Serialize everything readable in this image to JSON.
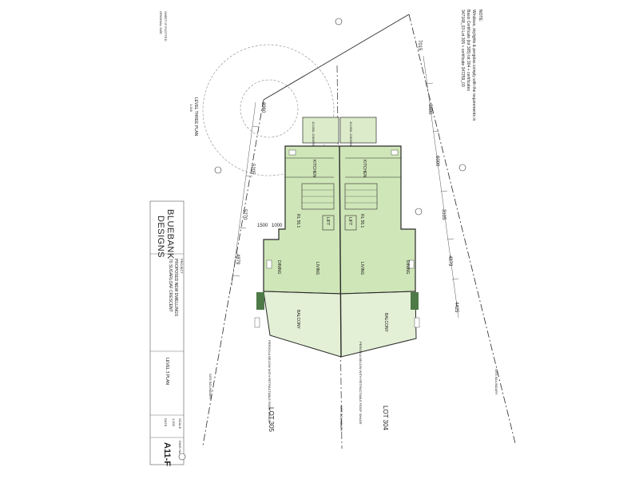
{
  "notes": {
    "heading": "NOTE:",
    "line1": "Windows, skylights & pergolas comply with the requirements in",
    "line2": "Basix Certificate (lot 305) lot 304 + certificates",
    "line3": "347168_03 Lot 305 + certificate 347259_03"
  },
  "level_plan": {
    "title": "LEVEL THREE PLAN",
    "scale": "1:200"
  },
  "top_left_note": {
    "line1": "SHEET IF PLOTTED",
    "line2": "ORIGINAL SIZE"
  },
  "lots": {
    "left": "LOT 305",
    "right": "LOT 304"
  },
  "boundary": {
    "label": "SITE BOUNDARY"
  },
  "rooms": {
    "tanks_left": "10,000L OSD/RWT RETENTION TANK",
    "tanks_right": "10,000L OSD/RWT RETENTION TANK",
    "kitchen_left": "KITCHEN",
    "kitchen_right": "KITCHEN",
    "living_left": "LIVING",
    "living_right": "LIVING",
    "dining_left": "DINING",
    "dining_right": "DINING",
    "balcony_left": "BALCONY",
    "balcony_right": "BALCONY",
    "lift_left": "LIFT",
    "lift_right": "LIFT",
    "rl_left": "RL 55.1",
    "rl_right": "RL 55.1"
  },
  "dimensions": {
    "left": [
      "8960",
      "5205",
      "5270",
      "4879"
    ],
    "right": [
      "7015",
      "3880",
      "6000",
      "3105",
      "4879",
      "4425"
    ],
    "small_a": "1500",
    "small_b": "1000"
  },
  "pergola_notes": {
    "left": "PERGOLA BELOW WITH RETRACTABLE ROOF SHADE",
    "right": "PERGOLA BELOW WITH RETRACTABLE ROOF SHADE"
  },
  "title_block": {
    "firm_line1": "BLUEBANK",
    "firm_line2": "DESIGNS",
    "project_label": "PROJECT",
    "project_line1": "PROPOSED NEW DWELLINGS",
    "project_line2": "70 SUGARLOAF CRESCENT",
    "drawing_title": "LEVEL 3 PLAN",
    "scale_label": "SCALE",
    "scale_value": "1:200",
    "date_label": "DATE",
    "sheet_label": "DWG No.",
    "sheet_number": "A11-F"
  },
  "colors": {
    "floor_fill": "#cfe6b8",
    "floor_fill_light": "#e3f0d6",
    "tank_fill": "#dceccb",
    "line": "#2a2a2a",
    "faint": "#8a8a8a",
    "planting": "#4e7a47"
  }
}
